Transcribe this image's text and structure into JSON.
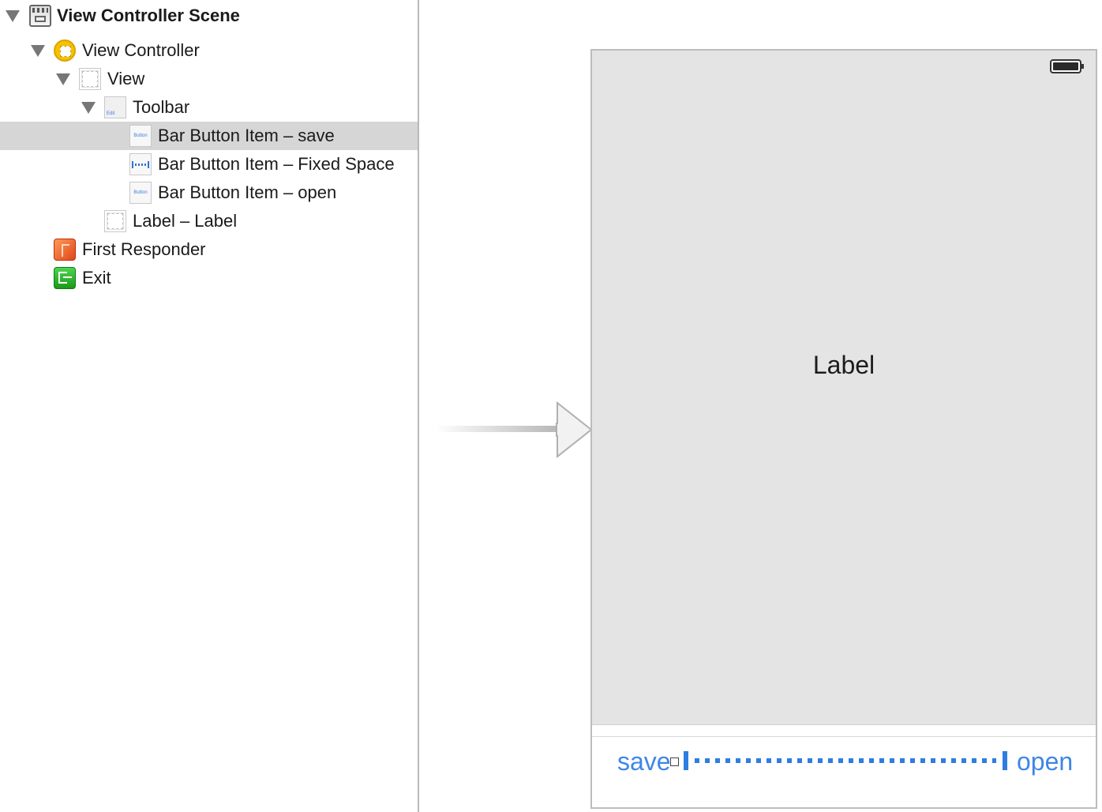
{
  "outline": {
    "items": [
      {
        "label": "View Controller Scene",
        "icon": "scene-icon"
      },
      {
        "label": "View Controller",
        "icon": "view-controller-icon"
      },
      {
        "label": "View",
        "icon": "view-icon"
      },
      {
        "label": "Toolbar",
        "icon": "toolbar-icon",
        "icon_text": "Edit"
      },
      {
        "label": "Bar Button Item – save",
        "icon": "bar-button-item-icon",
        "icon_text": "Button",
        "selected": true
      },
      {
        "label": "Bar Button Item – Fixed Space",
        "icon": "fixed-space-icon"
      },
      {
        "label": "Bar Button Item – open",
        "icon": "bar-button-item-icon",
        "icon_text": "Button"
      },
      {
        "label": "Label – Label",
        "icon": "label-view-icon"
      },
      {
        "label": "First Responder",
        "icon": "first-responder-icon"
      },
      {
        "label": "Exit",
        "icon": "exit-icon"
      }
    ]
  },
  "canvas": {
    "label_text": "Label",
    "toolbar": {
      "save_label": "save",
      "open_label": "open"
    }
  },
  "colors": {
    "selection": "#d6d6d6",
    "tint": "#3f86e6",
    "device_background": "#e4e4e4"
  }
}
